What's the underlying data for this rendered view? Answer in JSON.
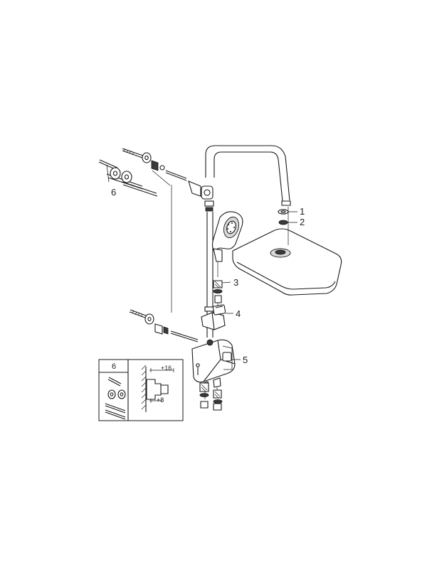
{
  "callouts": [
    {
      "id": "1",
      "label": "1"
    },
    {
      "id": "2",
      "label": "2"
    },
    {
      "id": "3",
      "label": "3"
    },
    {
      "id": "4",
      "label": "4"
    },
    {
      "id": "5",
      "label": "5"
    },
    {
      "id": "6",
      "label": "6"
    }
  ],
  "inset": {
    "part_label": "6",
    "dim_top": "+16",
    "dim_bottom": "+8"
  }
}
